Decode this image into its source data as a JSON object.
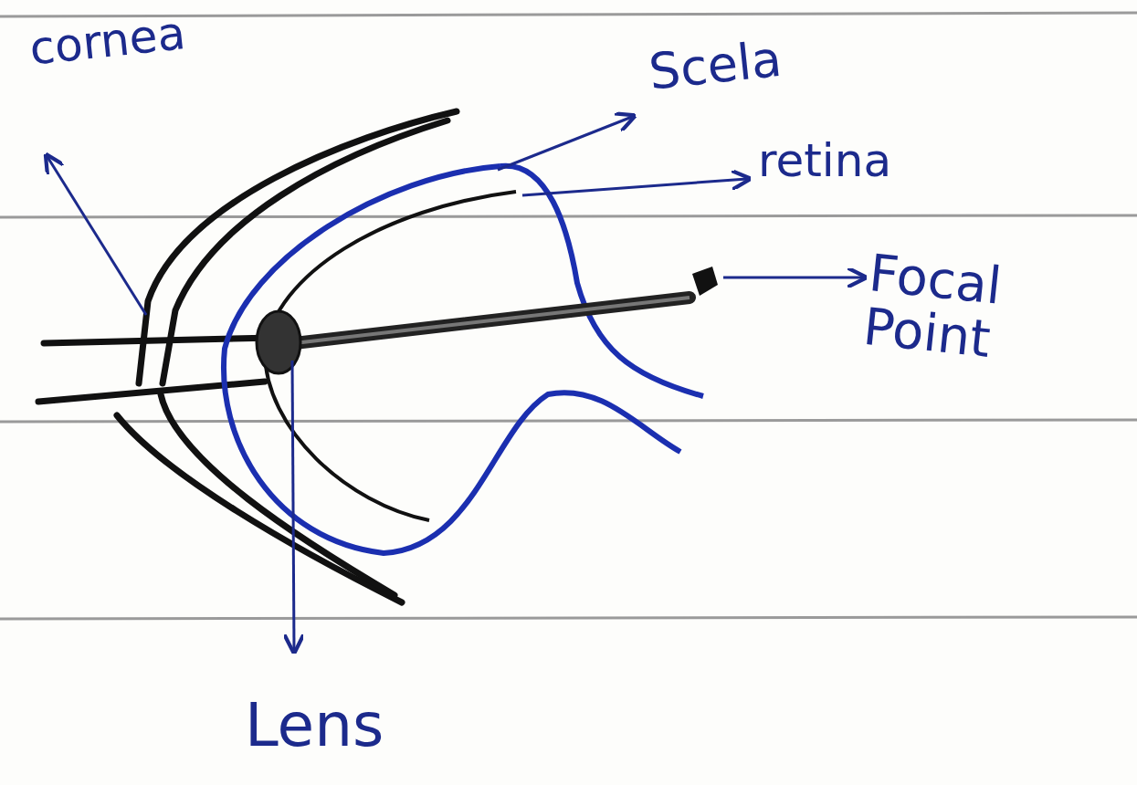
{
  "diagram": {
    "labels": [
      "cornea",
      "Scela",
      "retina",
      "Focal Point",
      "Lens"
    ]
  }
}
